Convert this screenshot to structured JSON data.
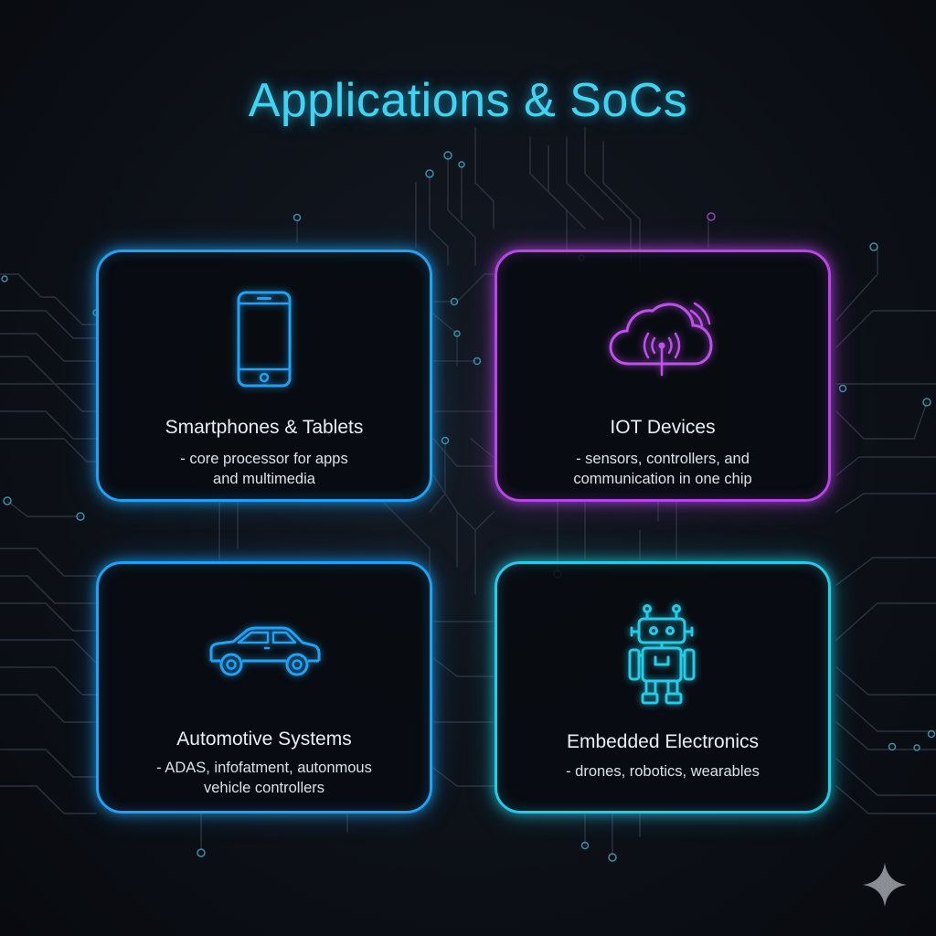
{
  "title": "Applications & SoCs",
  "colors": {
    "title": "#3fd4f4",
    "blue": "#1fa2f5",
    "purple": "#b845e8",
    "cyan": "#22cdea",
    "background": "#0c0f15"
  },
  "cards": [
    {
      "title": "Smartphones & Tablets",
      "description": [
        "- core processor for apps",
        "and multimedia"
      ],
      "icon": "smartphone-icon",
      "color": "blue"
    },
    {
      "title": "IOT Devices",
      "description": [
        "- sensors, controllers, and",
        "communication in one chip"
      ],
      "icon": "cloud-antenna-icon",
      "color": "purple"
    },
    {
      "title": "Automotive Systems",
      "description": [
        "- ADAS, infofatment, autonmous",
        "vehicle controllers"
      ],
      "icon": "car-icon",
      "color": "blue"
    },
    {
      "title": "Embedded Electronics",
      "description": [
        "- drones, robotics, wearables"
      ],
      "icon": "robot-icon",
      "color": "cyan"
    }
  ],
  "watermark_icon": "sparkle-icon"
}
